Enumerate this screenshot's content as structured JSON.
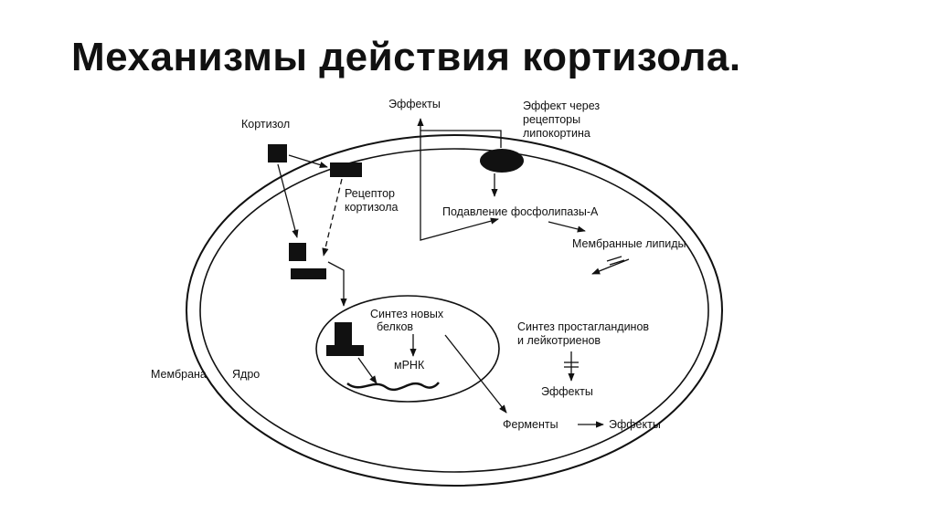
{
  "title": "Механизмы действия кортизола.",
  "labels": {
    "effects_top": "Эффекты",
    "lipocortin_line1": "Эффект через",
    "lipocortin_line2": "рецепторы",
    "lipocortin_line3": "липокортина",
    "cortisol": "Кортизол",
    "receptor_line1": "Рецептор",
    "receptor_line2": "кортизола",
    "phospholipase": "Подавление фосфолипазы-А",
    "membrane_lipids": "Мембранные липиды",
    "protein_line1": "Синтез новых",
    "protein_line2": "белков",
    "mrna": "мРНК",
    "prostaglandins_line1": "Синтез простагландинов",
    "prostaglandins_line2": "и лейкотриенов",
    "effects_mid": "Эффекты",
    "membrane": "Мембрана",
    "nucleus": "Ядро",
    "enzymes": "Ферменты",
    "effects_bottom": "Эффекты"
  }
}
